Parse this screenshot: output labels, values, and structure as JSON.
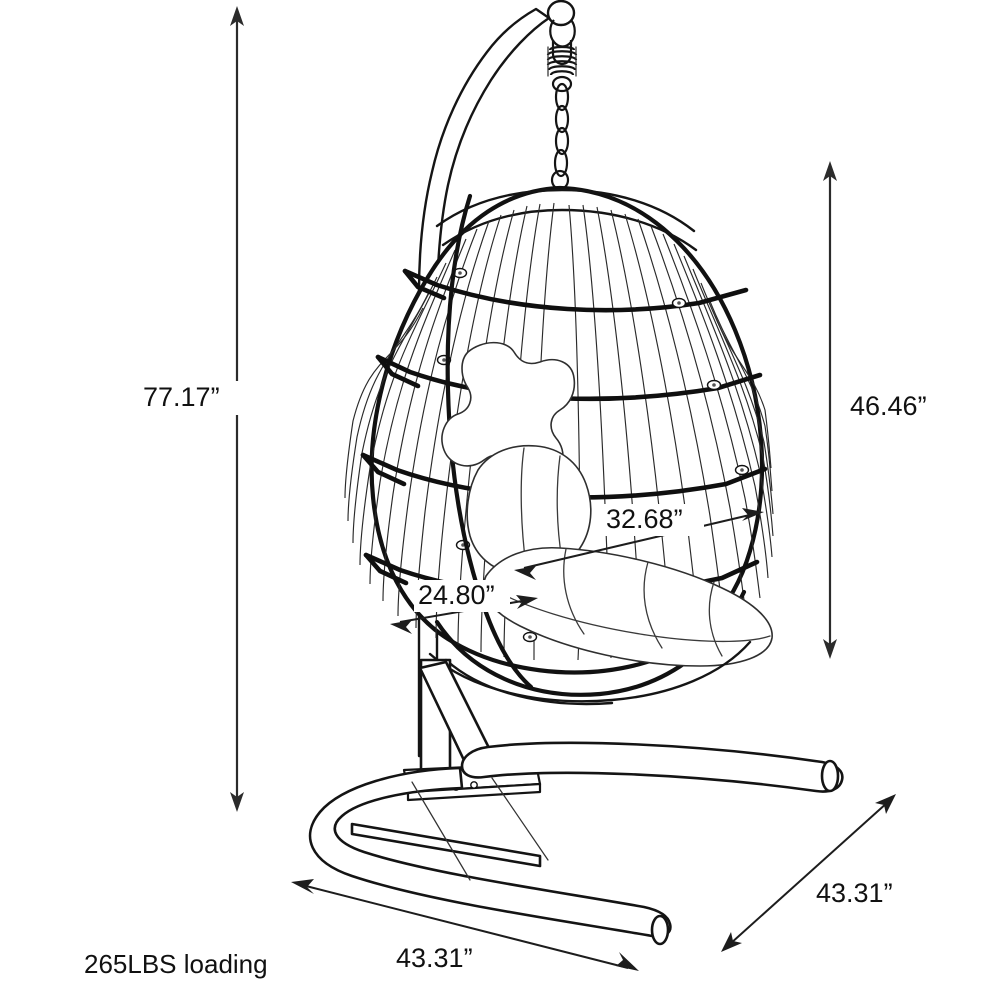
{
  "drawing": {
    "title": "Hanging Egg Chair Dimension Drawing",
    "product": "hanging egg chair with stand",
    "line_color": "#111111",
    "background_color": "#ffffff"
  },
  "dimensions": {
    "overall_height": "77.17”",
    "chair_height": "46.46”",
    "seat_back_width": "32.68”",
    "seat_depth": "24.80”",
    "base_width": "43.31”",
    "base_depth": "43.31”"
  },
  "specs": {
    "load_capacity": "265LBS loading"
  },
  "labels": {
    "overall_height_label": "77.17”",
    "chair_height_label": "46.46”",
    "seat_back_label": "32.68”",
    "seat_depth_label": "24.80”",
    "base_width_label": "43.31”",
    "base_depth_label": "43.31”",
    "loading_label": "265LBS loading"
  },
  "parts": {
    "stand_arm": "curved-stand-arm",
    "hook": "top-hook",
    "spring": "suspension-spring",
    "chain": "hanging-chain",
    "basket": "woven-egg-basket",
    "pillow": "butterfly-pillow",
    "seat_cushion": "seat-cushion",
    "back_cushion": "back-cushion",
    "base_frame": "u-shaped-base-frame",
    "mount_plate": "mounting-plate"
  }
}
